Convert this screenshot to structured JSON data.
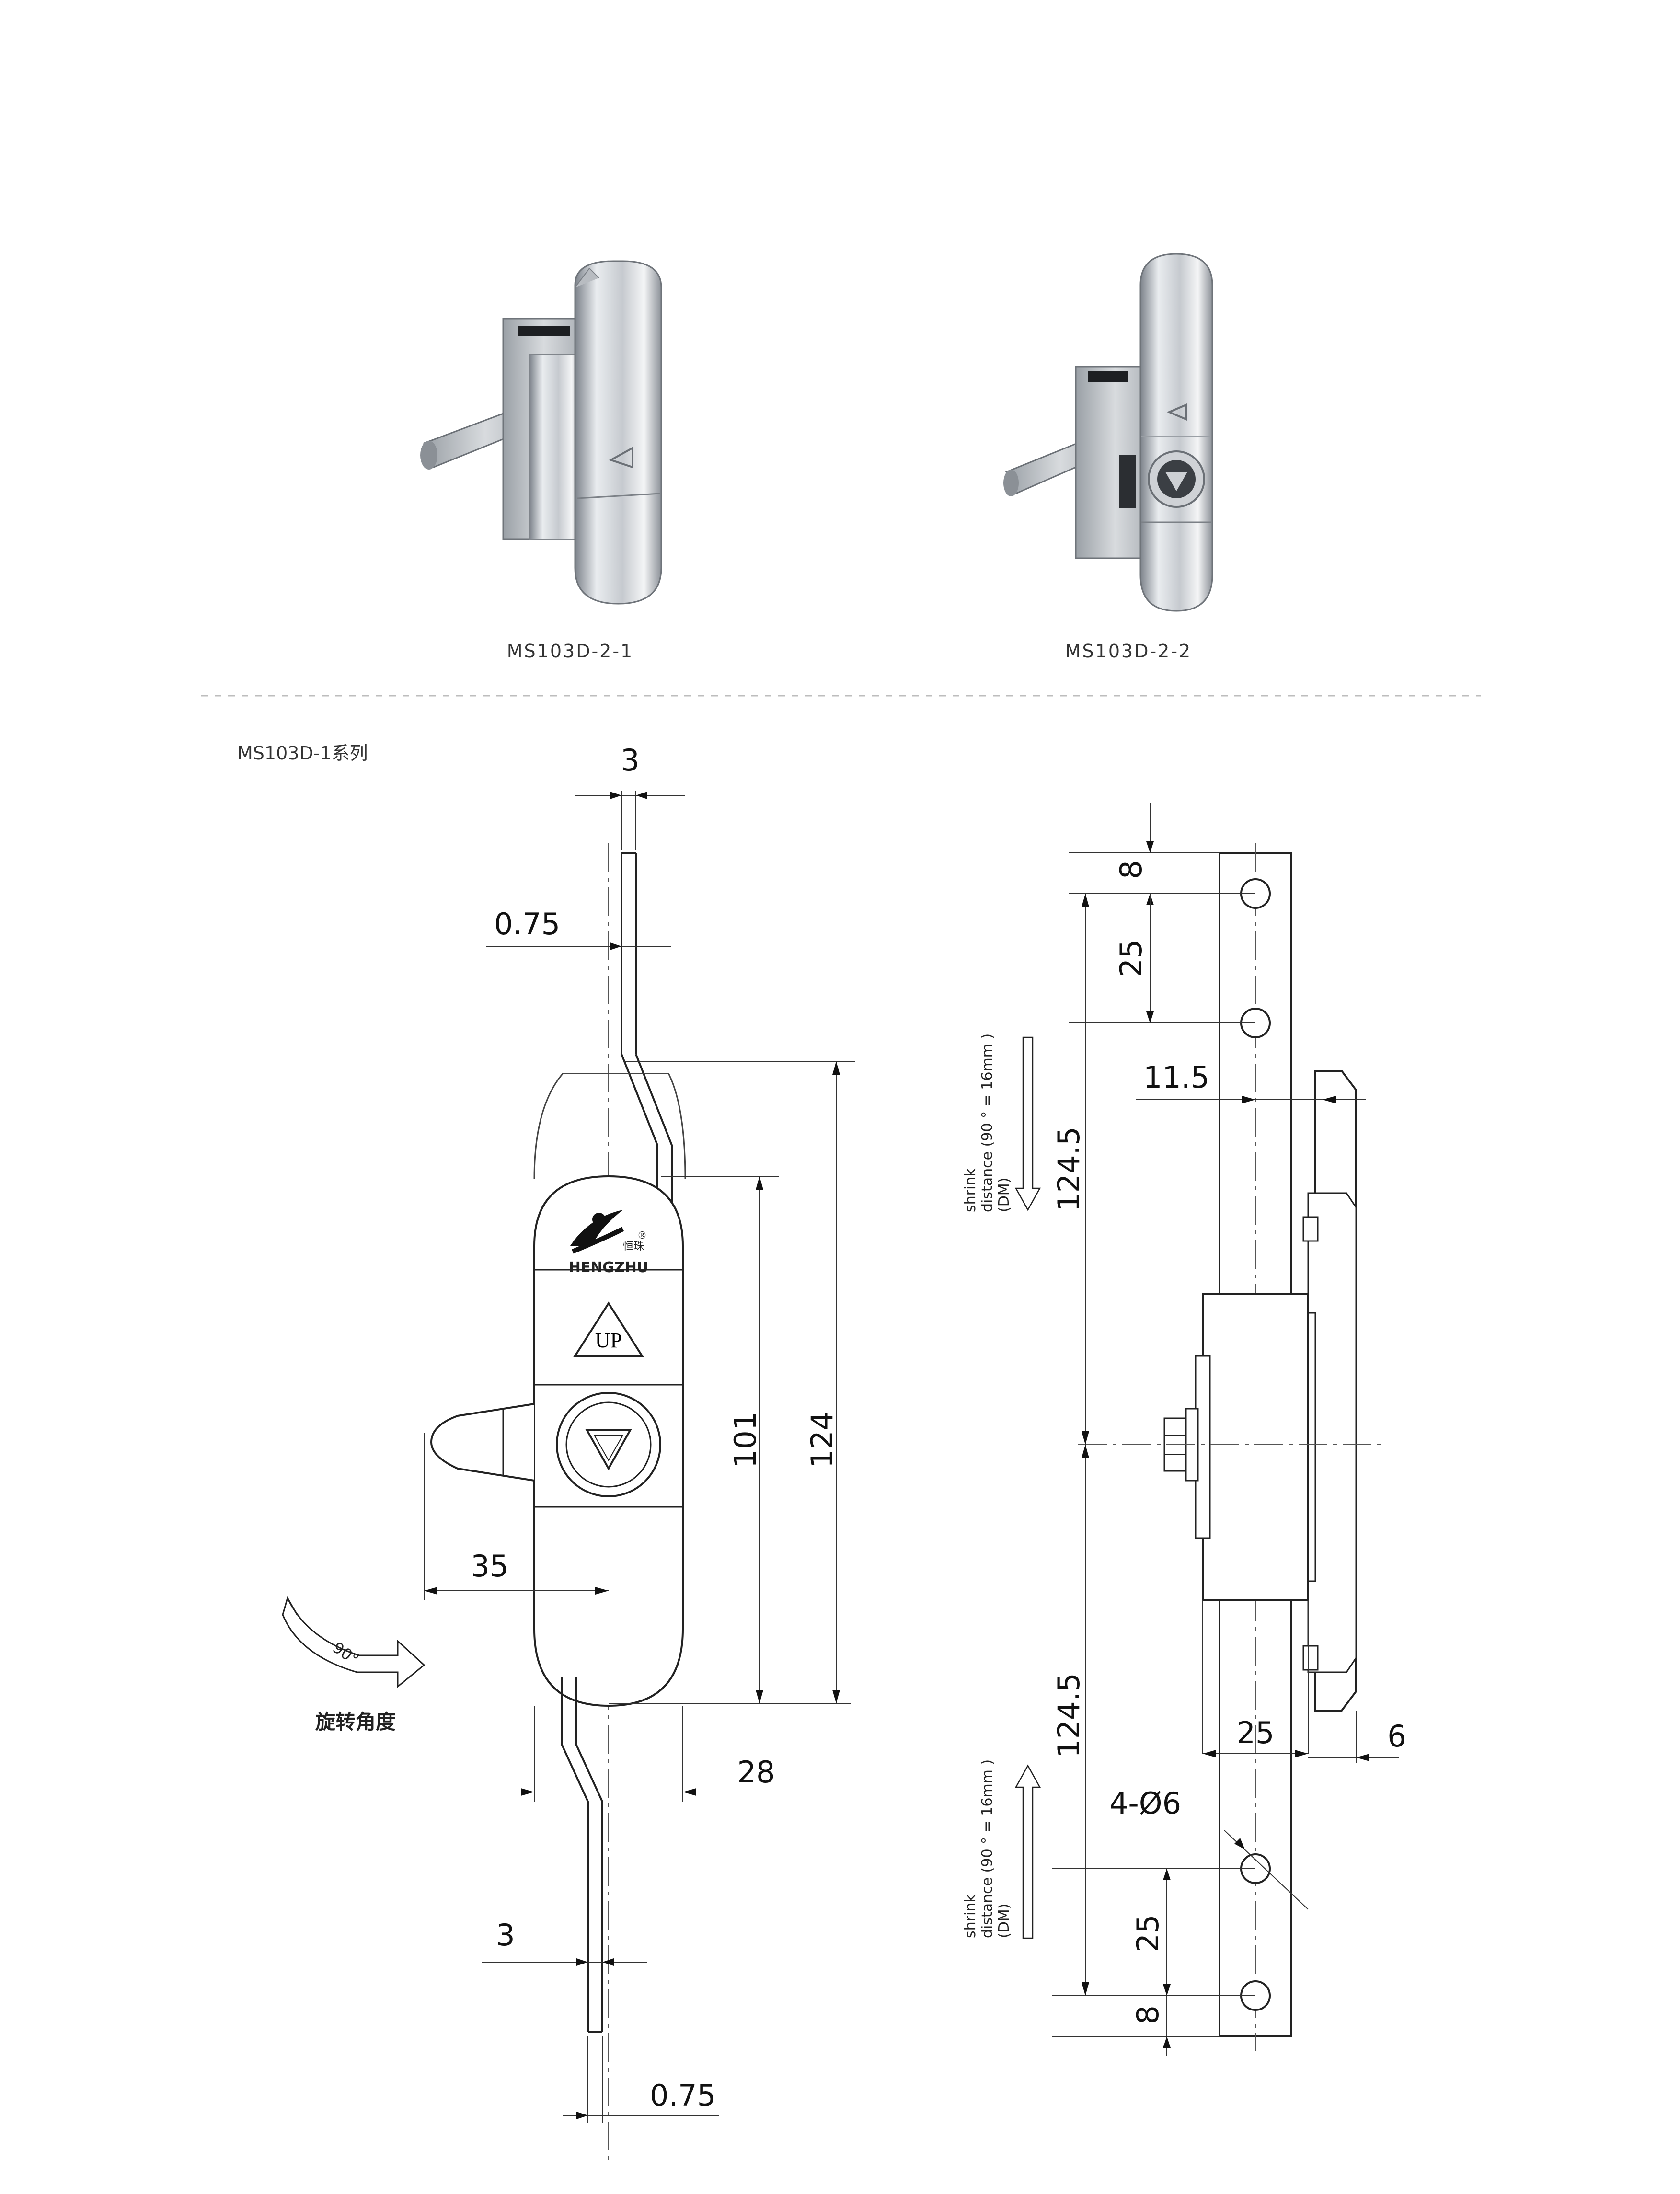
{
  "products": [
    {
      "code": "MS103D-2-1"
    },
    {
      "code": "MS103D-2-2"
    }
  ],
  "drawing": {
    "series_title": "MS103D-1系列",
    "front_view": {
      "dims": {
        "top_bar_width": "3",
        "top_offset": "0.75",
        "handle_length": "101",
        "overall_length": "124",
        "arm_reach": "35",
        "body_width": "28",
        "bottom_bar_width": "3",
        "bottom_offset": "0.75"
      },
      "logo_cn": "恒珠",
      "logo_en": "HENGZHU",
      "logo_reg": "®",
      "up_mark": "UP",
      "rotation_angle": "90°",
      "rotation_caption": "旋转角度"
    },
    "side_view": {
      "dims": {
        "top_hole_offset": "8",
        "hole_pitch_top": "25",
        "upper_travel": "124.5",
        "offset": "11.5",
        "lower_travel": "124.5",
        "depth": "25",
        "plate": "6",
        "holes": "4-Ø6",
        "hole_pitch_bottom": "25",
        "bottom_hole_offset": "8"
      },
      "shrink_note": {
        "line1": "shrink",
        "line2": "distance (90 ° = 16mm )",
        "line3": "(DM)"
      }
    }
  }
}
